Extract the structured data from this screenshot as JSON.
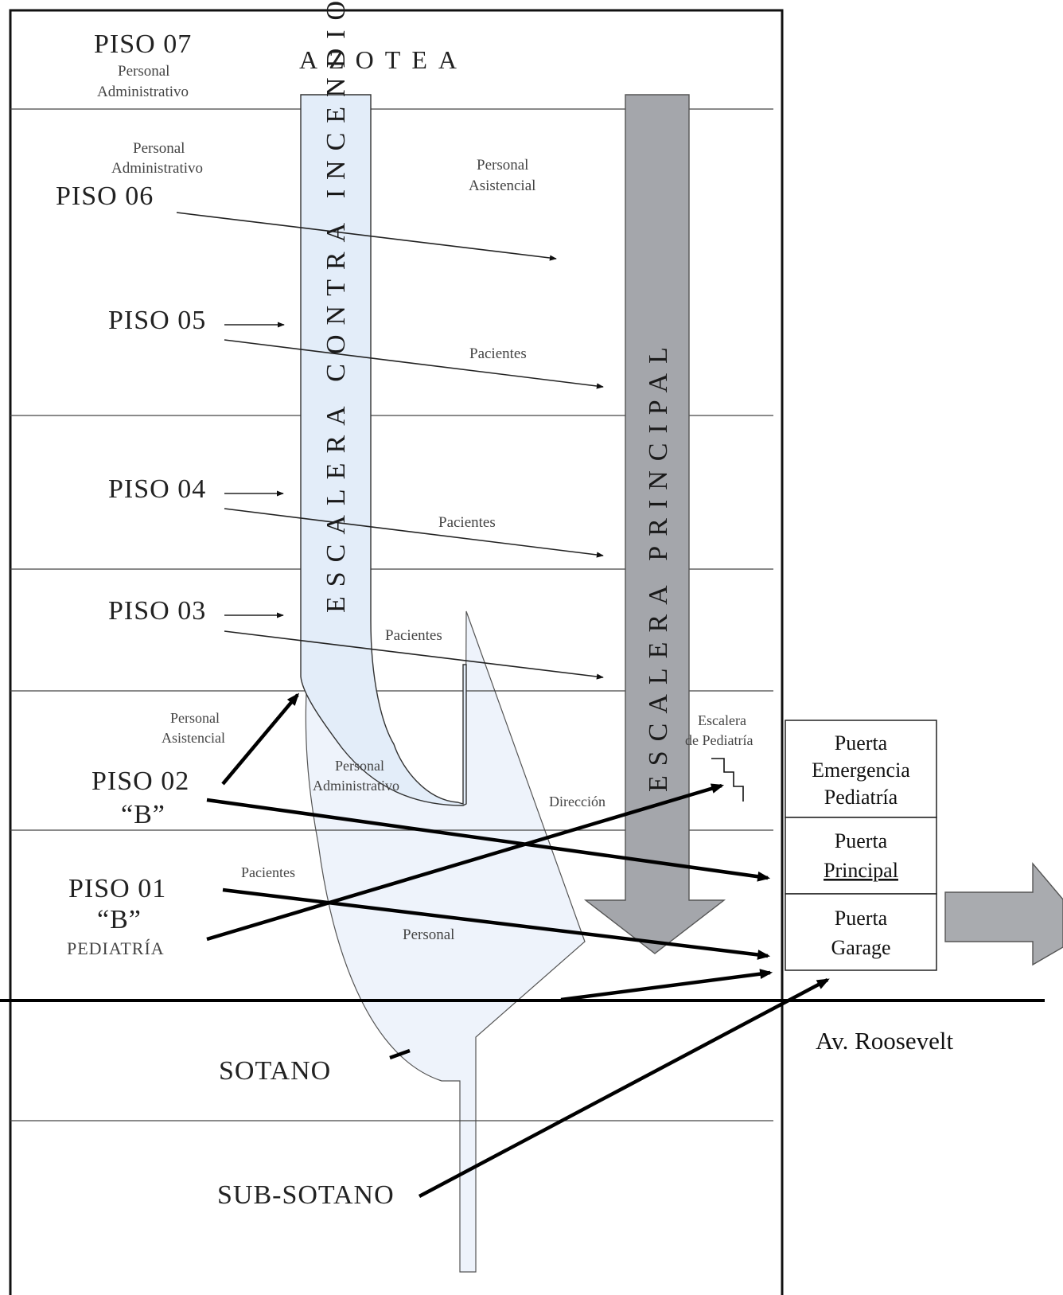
{
  "roof": {
    "label": "AZOTEA"
  },
  "floors": {
    "piso07": {
      "name": "PISO 07",
      "occupant": [
        "Personal",
        "Administrativo"
      ]
    },
    "piso06": {
      "name": "PISO 06",
      "occupant": [
        "Personal",
        "Administrativo"
      ]
    },
    "piso05": {
      "name": "PISO 05"
    },
    "piso04": {
      "name": "PISO 04"
    },
    "piso03": {
      "name": "PISO 03"
    },
    "piso02": {
      "name": "PISO 02",
      "sub": "“B”"
    },
    "piso01": {
      "name": "PISO 01",
      "sub": "“B”",
      "sub2": "PEDIATRÍA"
    },
    "sotano": {
      "name": "SOTANO"
    },
    "subsotano": {
      "name": "SUB-SOTANO"
    }
  },
  "stairs": {
    "fire": "ESCALERA CONTRA INCENDIO",
    "main": "ESCALERA PRINCIPAL",
    "pediatrics": [
      "Escalera",
      "de Pediatría"
    ]
  },
  "flows": {
    "asistencial_top": [
      "Personal",
      "Asistencial"
    ],
    "pacientes_5": "Pacientes",
    "pacientes_4": "Pacientes",
    "pacientes_3": "Pacientes",
    "asistencial_2": [
      "Personal",
      "Asistencial"
    ],
    "administrativo_2": [
      "Personal",
      "Administrativo"
    ],
    "direccion": "Dirección",
    "pacientes_1": "Pacientes",
    "personal_1": "Personal"
  },
  "doors": {
    "emergency": [
      "Puerta",
      "Emergencia",
      "Pediatría"
    ],
    "main": [
      "Puerta",
      "Principal"
    ],
    "garage": [
      "Puerta",
      "Garage"
    ]
  },
  "street": {
    "label": "Av. Roosevelt"
  },
  "colors": {
    "fire_stair": "#e3edf9",
    "main_stair": "#a4a6ab",
    "exit_arrow": "#a9abaf",
    "personal_region": "#eef3fb"
  }
}
